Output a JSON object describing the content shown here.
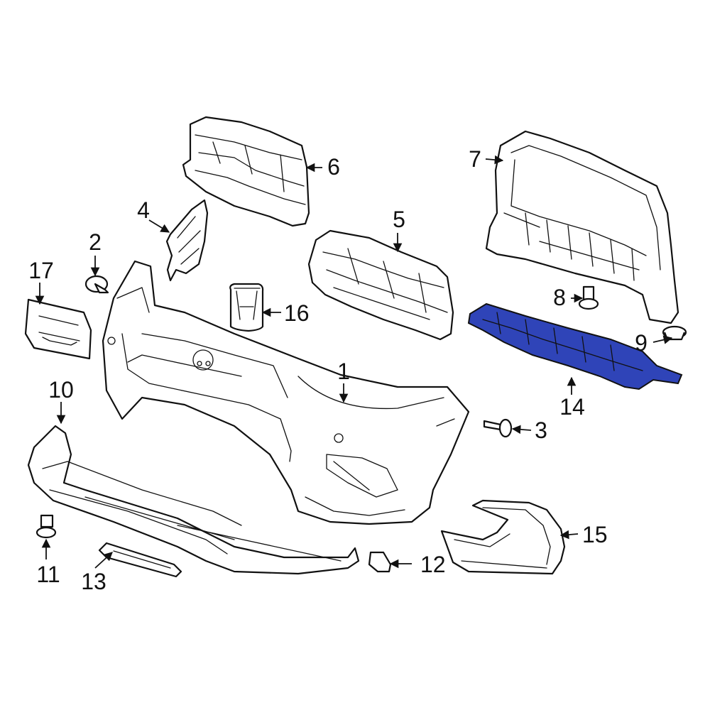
{
  "diagram": {
    "highlight_color": "#2f44b8",
    "line_color": "#111111",
    "background": "#ffffff",
    "highlighted_part": "14",
    "callouts": [
      {
        "id": "c1",
        "label": "1"
      },
      {
        "id": "c2",
        "label": "2"
      },
      {
        "id": "c3",
        "label": "3"
      },
      {
        "id": "c4",
        "label": "4"
      },
      {
        "id": "c5",
        "label": "5"
      },
      {
        "id": "c6",
        "label": "6"
      },
      {
        "id": "c7",
        "label": "7"
      },
      {
        "id": "c8",
        "label": "8"
      },
      {
        "id": "c9",
        "label": "9"
      },
      {
        "id": "c10",
        "label": "10"
      },
      {
        "id": "c11",
        "label": "11"
      },
      {
        "id": "c12",
        "label": "12"
      },
      {
        "id": "c13",
        "label": "13"
      },
      {
        "id": "c14",
        "label": "14"
      },
      {
        "id": "c15",
        "label": "15"
      },
      {
        "id": "c16",
        "label": "16"
      },
      {
        "id": "c17",
        "label": "17"
      }
    ]
  }
}
